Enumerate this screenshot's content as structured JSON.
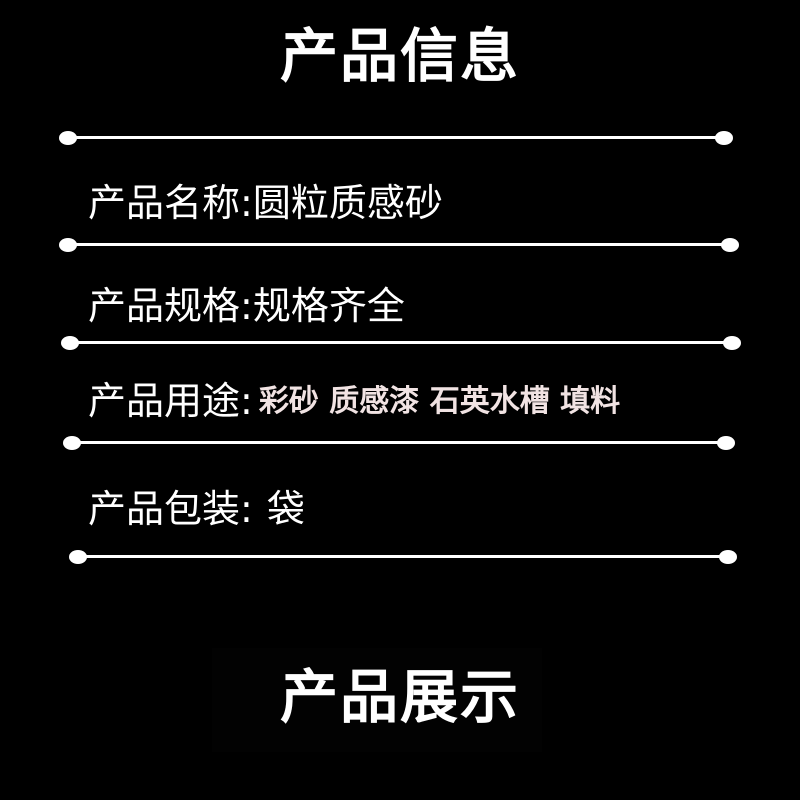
{
  "header": {
    "title": "产品信息"
  },
  "info_rows": [
    {
      "label": "产品名称:",
      "value": "圆粒质感砂"
    },
    {
      "label": "产品规格:",
      "value": "规格齐全"
    },
    {
      "label": "产品用途:",
      "value": "彩砂 质感漆 石英水槽 填料"
    },
    {
      "label": "产品包装:",
      "value": "袋"
    }
  ],
  "footer": {
    "title": "产品展示"
  },
  "colors": {
    "background": "#000000",
    "text": "#ffffff",
    "usage_value": "#f1e3e3"
  }
}
